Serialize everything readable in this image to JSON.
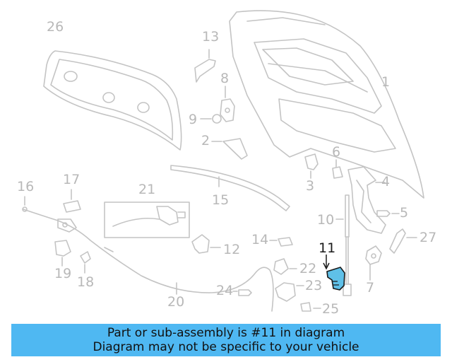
{
  "callouts": [
    {
      "id": "c1",
      "text": "1"
    },
    {
      "id": "c2",
      "text": "2"
    },
    {
      "id": "c3",
      "text": "3"
    },
    {
      "id": "c4",
      "text": "4"
    },
    {
      "id": "c5",
      "text": "5"
    },
    {
      "id": "c6",
      "text": "6"
    },
    {
      "id": "c7",
      "text": "7"
    },
    {
      "id": "c8",
      "text": "8"
    },
    {
      "id": "c9",
      "text": "9"
    },
    {
      "id": "c10",
      "text": "10"
    },
    {
      "id": "c11",
      "text": "11",
      "highlight": true
    },
    {
      "id": "c12",
      "text": "12"
    },
    {
      "id": "c13",
      "text": "13"
    },
    {
      "id": "c14",
      "text": "14"
    },
    {
      "id": "c15",
      "text": "15"
    },
    {
      "id": "c16",
      "text": "16"
    },
    {
      "id": "c17",
      "text": "17"
    },
    {
      "id": "c18",
      "text": "18"
    },
    {
      "id": "c19",
      "text": "19"
    },
    {
      "id": "c20",
      "text": "20"
    },
    {
      "id": "c21",
      "text": "21"
    },
    {
      "id": "c22",
      "text": "22"
    },
    {
      "id": "c23",
      "text": "23"
    },
    {
      "id": "c24",
      "text": "24"
    },
    {
      "id": "c25",
      "text": "25"
    },
    {
      "id": "c26",
      "text": "26"
    },
    {
      "id": "c27",
      "text": "27"
    }
  ],
  "banner": {
    "line1": "Part or sub-assembly is #11 in diagram",
    "line2": "Diagram may not be specific to your vehicle"
  },
  "colors": {
    "part_line": "#c4c4c4",
    "highlight_part": "#5fc0e8",
    "banner_bg": "#4fb8f2"
  }
}
